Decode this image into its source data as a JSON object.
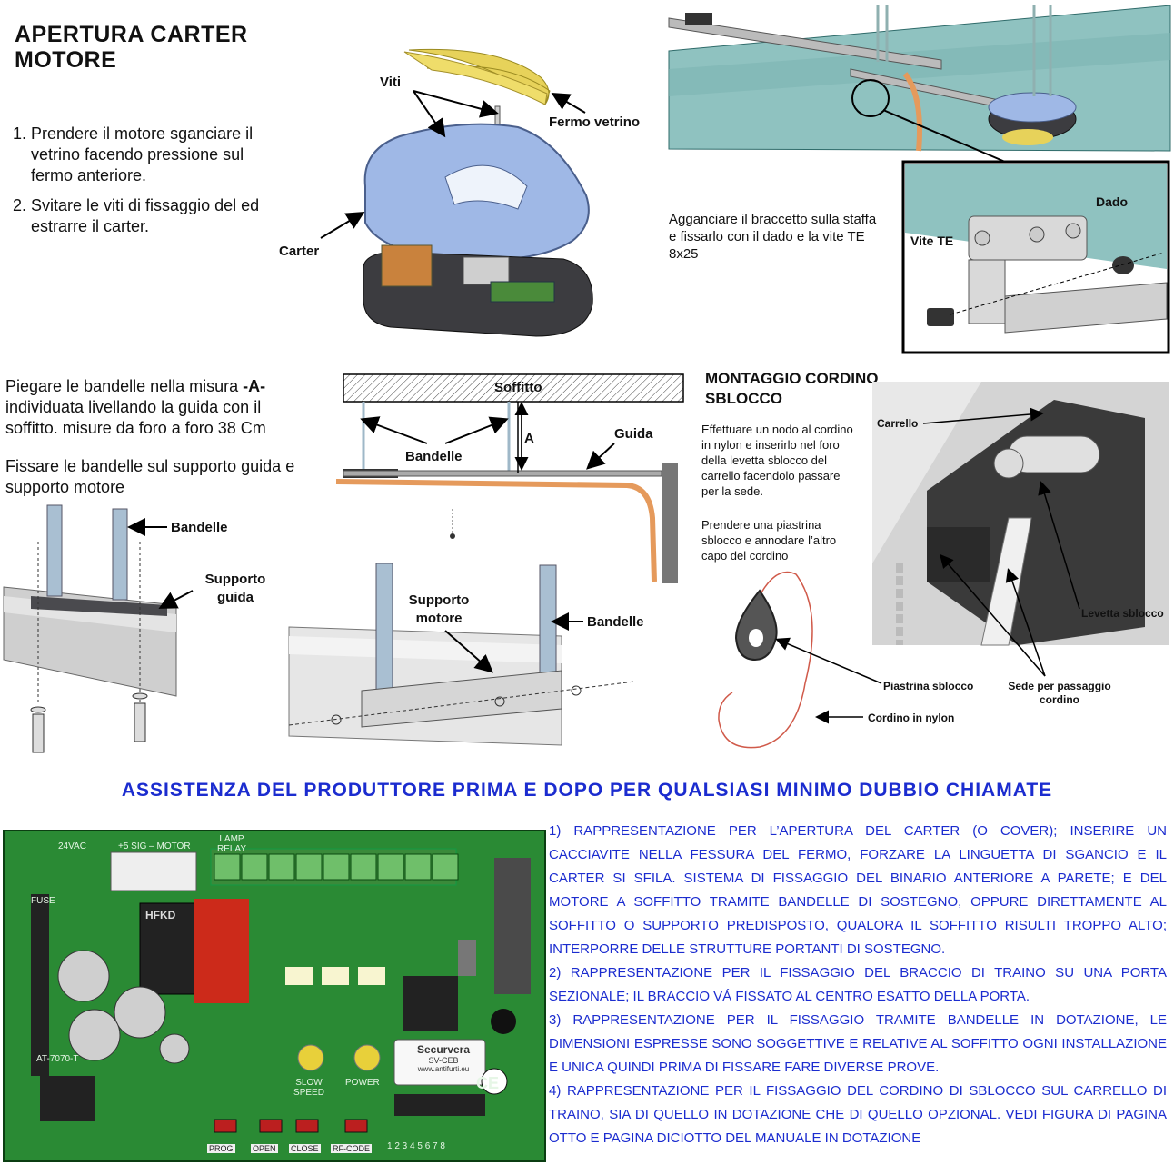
{
  "section1": {
    "title_line1": "APERTURA CARTER",
    "title_line2": "MOTORE",
    "steps": [
      "Prendere il motore sganciare il vetrino facendo pressione sul fermo anteriore.",
      "Svitare le viti di fissaggio del ed estrarre il carter."
    ],
    "labels": {
      "viti": "Viti",
      "fermo_vetrino": "Fermo vetrino",
      "carter": "Carter"
    }
  },
  "section2": {
    "instruction": "Agganciare il braccetto sulla staffa e fissarlo con il dado  e la vite TE 8x25",
    "labels": {
      "dado": "Dado",
      "vite_te": "Vite TE"
    }
  },
  "section3": {
    "para1_part1": "Piegare le bandelle nella misura ",
    "para1_bold": "-A-",
    "para1_part2": " individuata livellando la guida con il soffitto. misure da foro a foro 38 Cm",
    "para2": "Fissare le bandelle sul supporto guida e supporto motore",
    "labels": {
      "soffitto": "Soffitto",
      "a": "A",
      "guida": "Guida",
      "bandelle": "Bandelle",
      "bandelle2": "Bandelle",
      "supporto_guida": "Supporto guida",
      "supporto_motore": "Supporto motore",
      "bandelle3": "Bandelle"
    }
  },
  "section4": {
    "title_line1": "MONTAGGIO CORDINO",
    "title_line2": "SBLOCCO",
    "para1": "Effettuare un nodo al cordino in nylon e inserirlo nel foro della levetta sblocco del carrello facendolo passare per la sede.",
    "para2": "Prendere una piastrina sblocco e annodare l’altro capo del cordino",
    "labels": {
      "carrello": "Carrello",
      "levetta": "Levetta sblocco",
      "piastrina": "Piastrina sblocco",
      "sede": "Sede per passaggio cordino",
      "cordino": "Cordino in nylon"
    }
  },
  "notice": "ASSISTENZA DEL PRODUTTORE PRIMA E DOPO PER QUALSIASI MINIMO DUBBIO CHIAMATE",
  "board": {
    "labels": {
      "vac": "24VAC",
      "fuse": "FUSE",
      "motor": "+5  SIG  –  MOTOR",
      "lamp": "LAMP RELAY",
      "model": "AT-7070-T",
      "relay": "HFKD",
      "brand": "Securvera",
      "brand_code": "SV-CEB",
      "site": "www.antifurti.eu",
      "slow_speed": "SLOW SPEED",
      "power": "POWER",
      "ce": "CE",
      "dip": "1 2 3 4 5 6 7 8",
      "btn_prog": "PROG",
      "btn_open": "OPEN",
      "btn_close": "CLOSE",
      "btn_rfcode": "RF-CODE"
    }
  },
  "description": [
    "1) RAPPRESENTAZIONE PER L’APERTURA DEL CARTER (O COVER); INSERIRE UN CACCIAVITE NELLA FESSURA DEL FERMO, FORZARE LA LINGUETTA DI SGANCIO E IL CARTER SI SFILA. SISTEMA DI FISSAGGIO DEL BINARIO ANTERIORE A PARETE; E DEL MOTORE A SOFFITTO TRAMITE BANDELLE DI SOSTEGNO, OPPURE DIRETTAMENTE AL SOFFITTO O SUPPORTO PREDISPOSTO, QUALORA IL SOFFITTO RISULTI TROPPO ALTO; INTERPORRE DELLE STRUTTURE PORTANTI DI SOSTEGNO.",
    "2) RAPPRESENTAZIONE PER IL FISSAGGIO DEL BRACCIO DI TRAINO SU UNA PORTA SEZIONALE; IL BRACCIO VÁ FISSATO AL CENTRO ESATTO DELLA PORTA.",
    "3) RAPPRESENTAZIONE PER IL FISSAGGIO TRAMITE BANDELLE IN DOTAZIONE, LE DIMENSIONI ESPRESSE SONO SOGGETTIVE E RELATIVE AL SOFFITTO OGNI INSTALLAZIONE E UNICA QUINDI PRIMA DI FISSARE FARE DIVERSE PROVE.",
    "4) RAPPRESENTAZIONE PER IL FISSAGGIO DEL CORDINO DI SBLOCCO SUL CARRELLO DI TRAINO, SIA DI QUELLO IN DOTAZIONE CHE DI QUELLO OPZIONAL. VEDI FIGURA DI PAGINA OTTO E PAGINA DICIOTTO DEL MANUALE IN DOTAZIONE"
  ]
}
